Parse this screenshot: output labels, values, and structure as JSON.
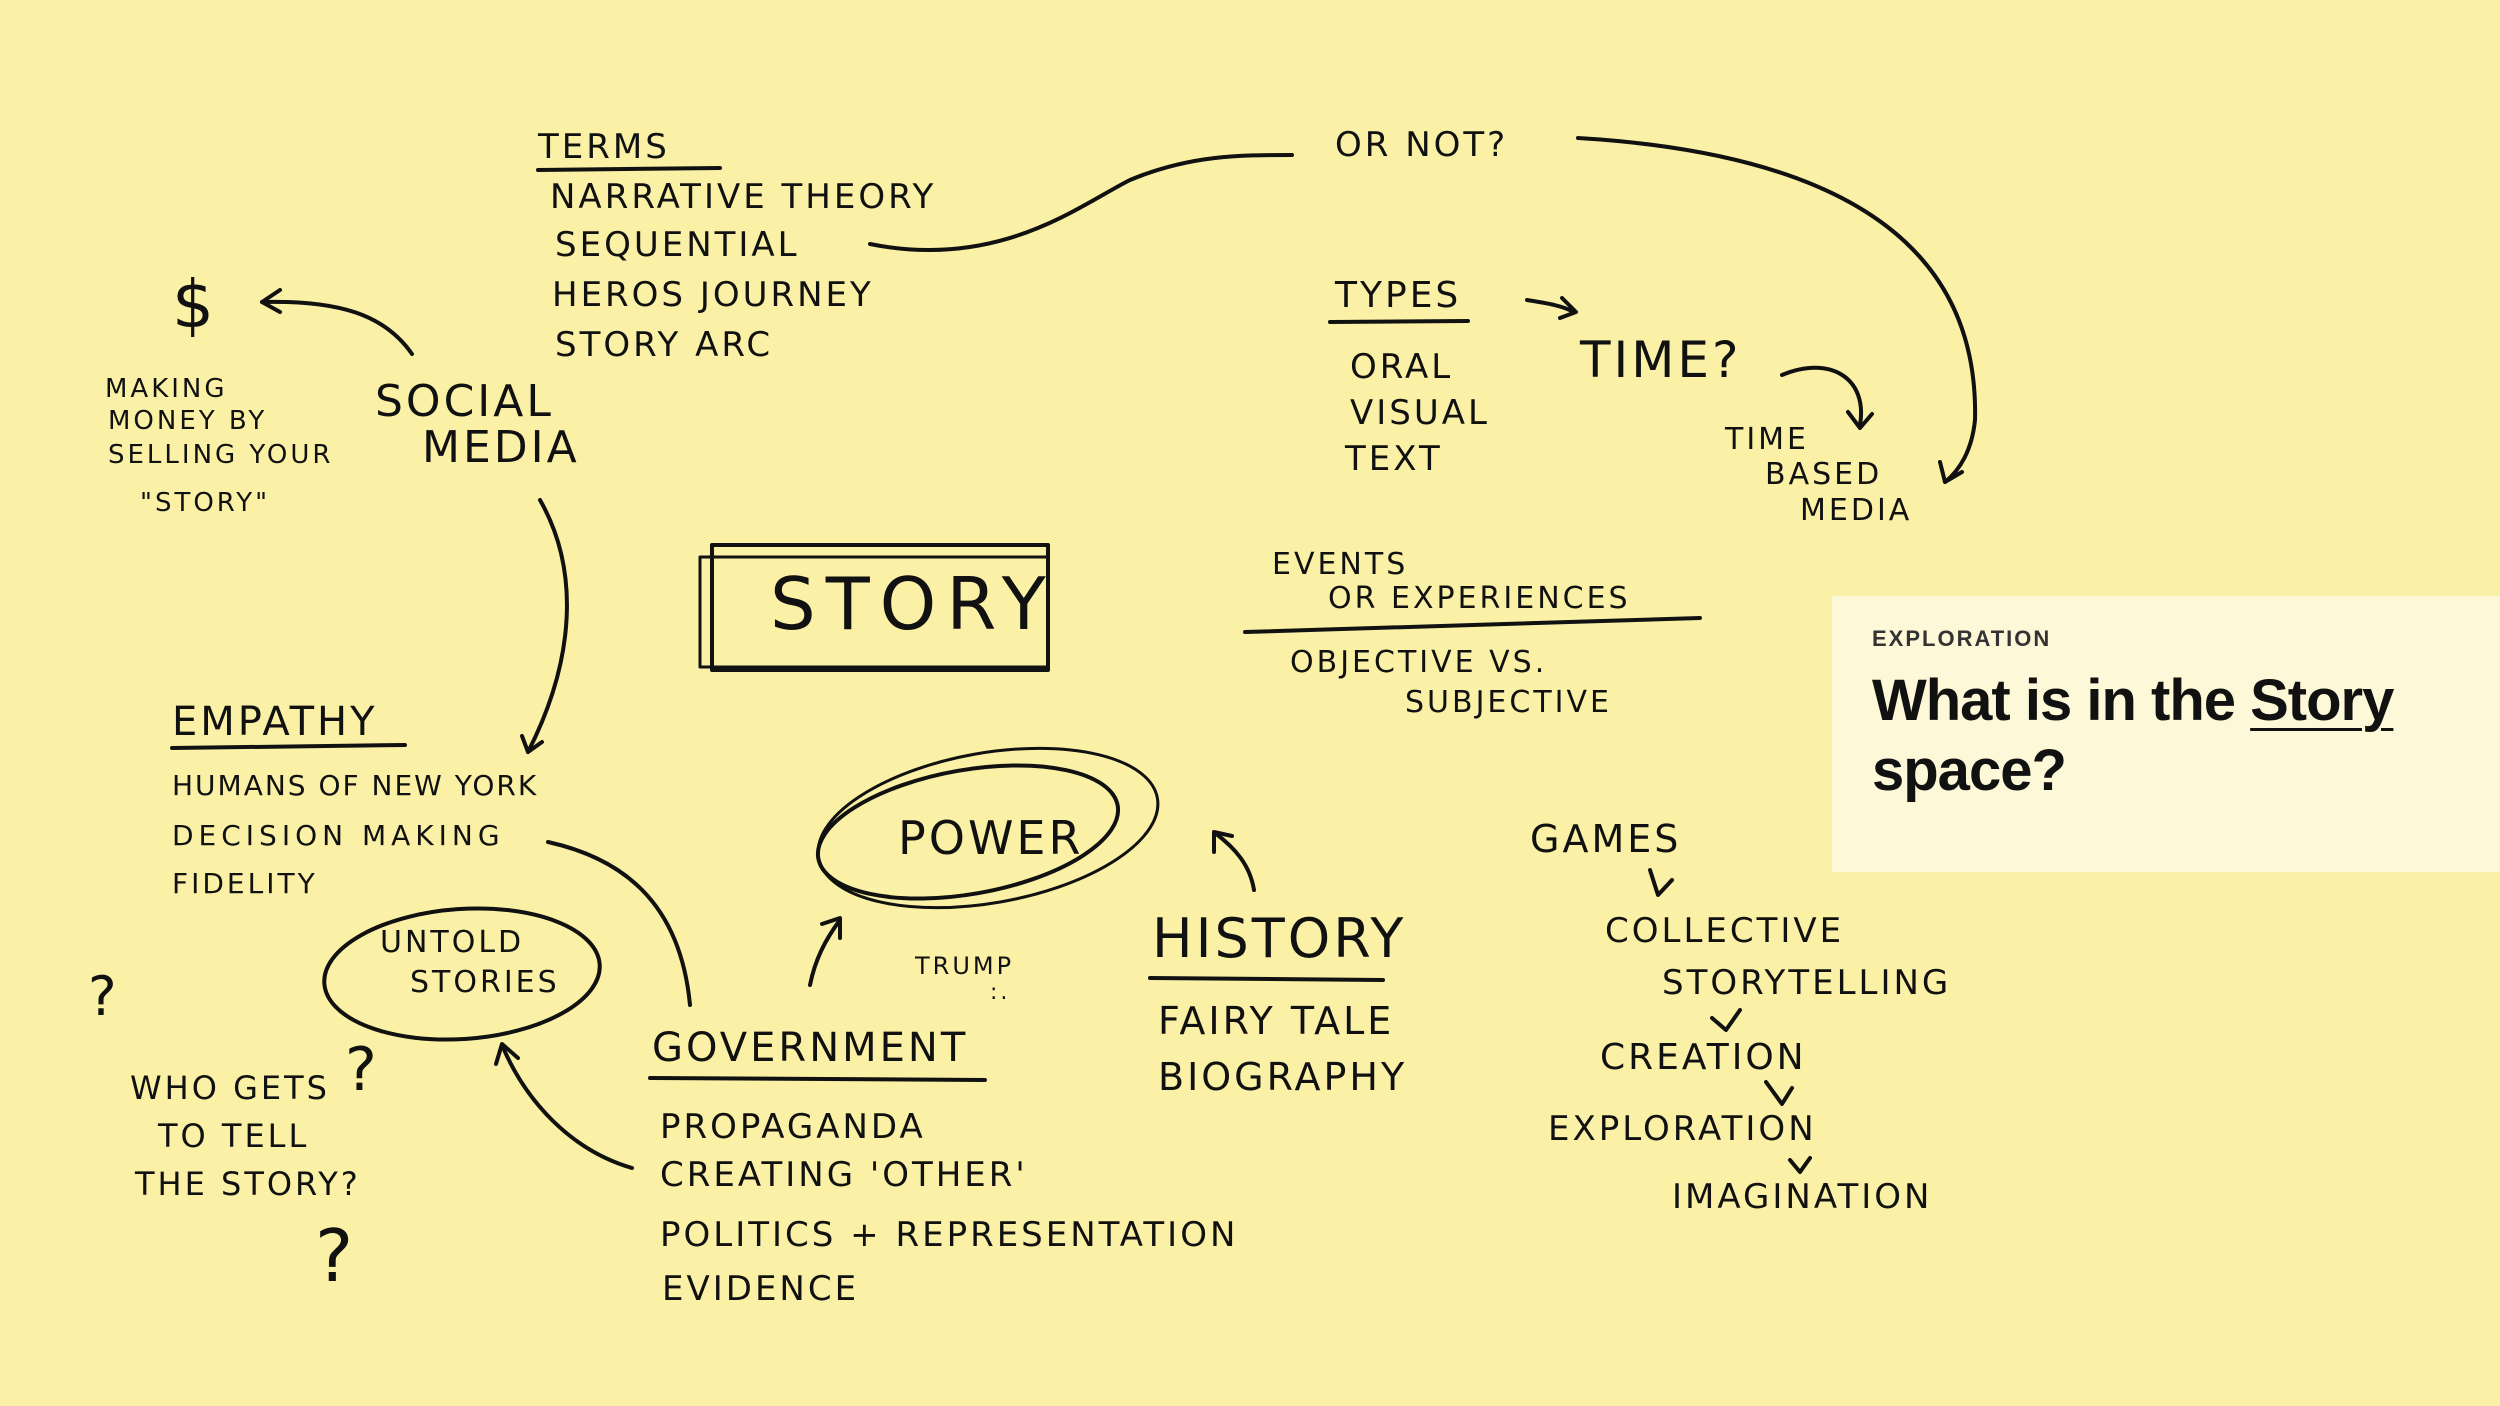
{
  "board": {
    "center": "STORY",
    "terms": {
      "heading": "TERMS",
      "items": [
        "NARRATIVE THEORY",
        "SEQUENTIAL",
        "HEROS JOURNEY",
        "STORY ARC"
      ]
    },
    "or_not": "OR NOT?",
    "dollar": "$",
    "money": [
      "MAKING",
      "MONEY BY",
      "SELLING YOUR",
      "\"STORY\""
    ],
    "social": [
      "SOCIAL",
      "MEDIA"
    ],
    "types": {
      "heading": "TYPES",
      "items": [
        "ORAL",
        "VISUAL",
        "TEXT"
      ]
    },
    "time": "TIME?",
    "time_based": [
      "TIME",
      "BASED",
      "MEDIA"
    ],
    "events": {
      "heading": [
        "EVENTS",
        "OR EXPERIENCES"
      ],
      "items": [
        "OBJECTIVE VS.",
        "SUBJECTIVE"
      ]
    },
    "empathy": {
      "heading": "EMPATHY",
      "items": [
        "HUMANS OF NEW YORK",
        "DECISION MAKING",
        "FIDELITY"
      ]
    },
    "power": "POWER",
    "untold": [
      "UNTOLD",
      "STORIES"
    ],
    "who": [
      "WHO GETS",
      "TO TELL",
      "THE STORY?"
    ],
    "q1": "?",
    "q2": "?",
    "q3": "?",
    "trump": "TRUMP",
    "trump_face": ":.",
    "government": {
      "heading": "GOVERNMENT",
      "items": [
        "PROPAGANDA",
        "CREATING 'OTHER'",
        "POLITICS + REPRESENTATION",
        "EVIDENCE"
      ]
    },
    "history": {
      "heading": "HISTORY",
      "items": [
        "FAIRY TALE",
        "BIOGRAPHY"
      ]
    },
    "games": {
      "heading": "GAMES",
      "items": [
        "COLLECTIVE",
        "STORYTELLING",
        "CREATION",
        "EXPLORATION",
        "IMAGINATION"
      ]
    }
  },
  "card": {
    "eyebrow": "EXPLORATION",
    "title_pre": "What is in the ",
    "title_link": "Story",
    "title_post": "space?"
  }
}
